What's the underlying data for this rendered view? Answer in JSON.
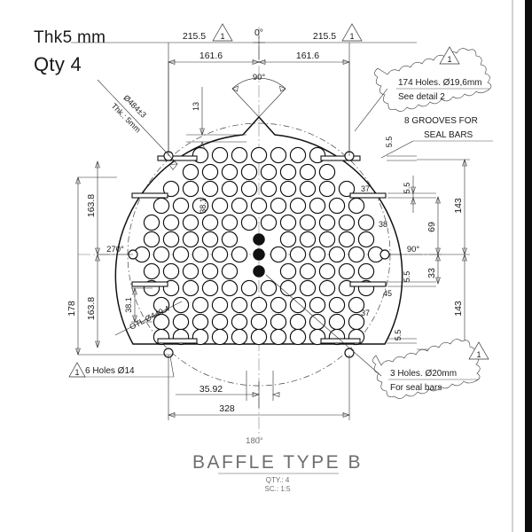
{
  "sheet": {
    "annotations": {
      "thickness_note": "Thk5 mm",
      "qty_note": "Qty 4"
    },
    "title_block": {
      "title": "BAFFLE TYPE B",
      "qty_label": "QTY.: 4",
      "scale_label": "SC.: 1:5",
      "bottom_angle": "180°"
    },
    "callouts": [
      {
        "name": "holes-callout",
        "line1": "174 Holes. Ø19,6mm",
        "line2": "See detail 2"
      },
      {
        "name": "seal-bar-holes-callout",
        "line1": "3 Holes. Ø20mm",
        "line2": "For seal bars"
      }
    ],
    "plain_notes": [
      {
        "name": "grooves-note-line1",
        "text": "8 GROOVES FOR"
      },
      {
        "name": "grooves-note-line2",
        "text": "SEAL BARS"
      },
      {
        "name": "six-holes-note",
        "text": "6 Holes Ø14"
      }
    ],
    "leader_labels": {
      "outer_diameter": "Ø484±3",
      "plate_thickness": "Thk.: 5mm",
      "otl": "OTL Ø440.4"
    },
    "revision_markers": [
      "1",
      "1",
      "1",
      "1"
    ],
    "dimensions": {
      "top": [
        {
          "name": "dim-215-5-left",
          "value": "215.5"
        },
        {
          "name": "dim-0-deg",
          "value": "0°"
        },
        {
          "name": "dim-215-5-right",
          "value": "215.5"
        },
        {
          "name": "dim-161-6-left",
          "value": "161.6"
        },
        {
          "name": "dim-161-6-right",
          "value": "161.6"
        },
        {
          "name": "dim-90-deg-top",
          "value": "90°"
        },
        {
          "name": "dim-13",
          "value": "13"
        }
      ],
      "left": [
        {
          "name": "dim-163-8-upper",
          "value": "163.8"
        },
        {
          "name": "dim-163-8-lower",
          "value": "163.8"
        },
        {
          "name": "dim-178",
          "value": "178"
        },
        {
          "name": "dim-270-deg",
          "value": "270°"
        },
        {
          "name": "dim-38-1",
          "value": "38.1"
        }
      ],
      "right": [
        {
          "name": "dim-5-5-a",
          "value": "5.5"
        },
        {
          "name": "dim-5-5-b",
          "value": "5.5"
        },
        {
          "name": "dim-5-5-c",
          "value": "5.5"
        },
        {
          "name": "dim-5-5-d",
          "value": "5.5"
        },
        {
          "name": "dim-143-upper",
          "value": "143"
        },
        {
          "name": "dim-143-lower",
          "value": "143"
        },
        {
          "name": "dim-69",
          "value": "69"
        },
        {
          "name": "dim-33",
          "value": "33"
        },
        {
          "name": "dim-90-deg-right",
          "value": "90°"
        }
      ],
      "interior": [
        {
          "name": "dim-38-1-inner",
          "value": "38.1"
        },
        {
          "name": "dim-37-upper",
          "value": "37"
        },
        {
          "name": "dim-38-right",
          "value": "38"
        },
        {
          "name": "dim-45-right",
          "value": "45"
        },
        {
          "name": "dim-37-lower",
          "value": "37"
        }
      ],
      "bottom": [
        {
          "name": "dim-35-92",
          "value": "35.92"
        },
        {
          "name": "dim-328",
          "value": "328"
        }
      ]
    }
  }
}
